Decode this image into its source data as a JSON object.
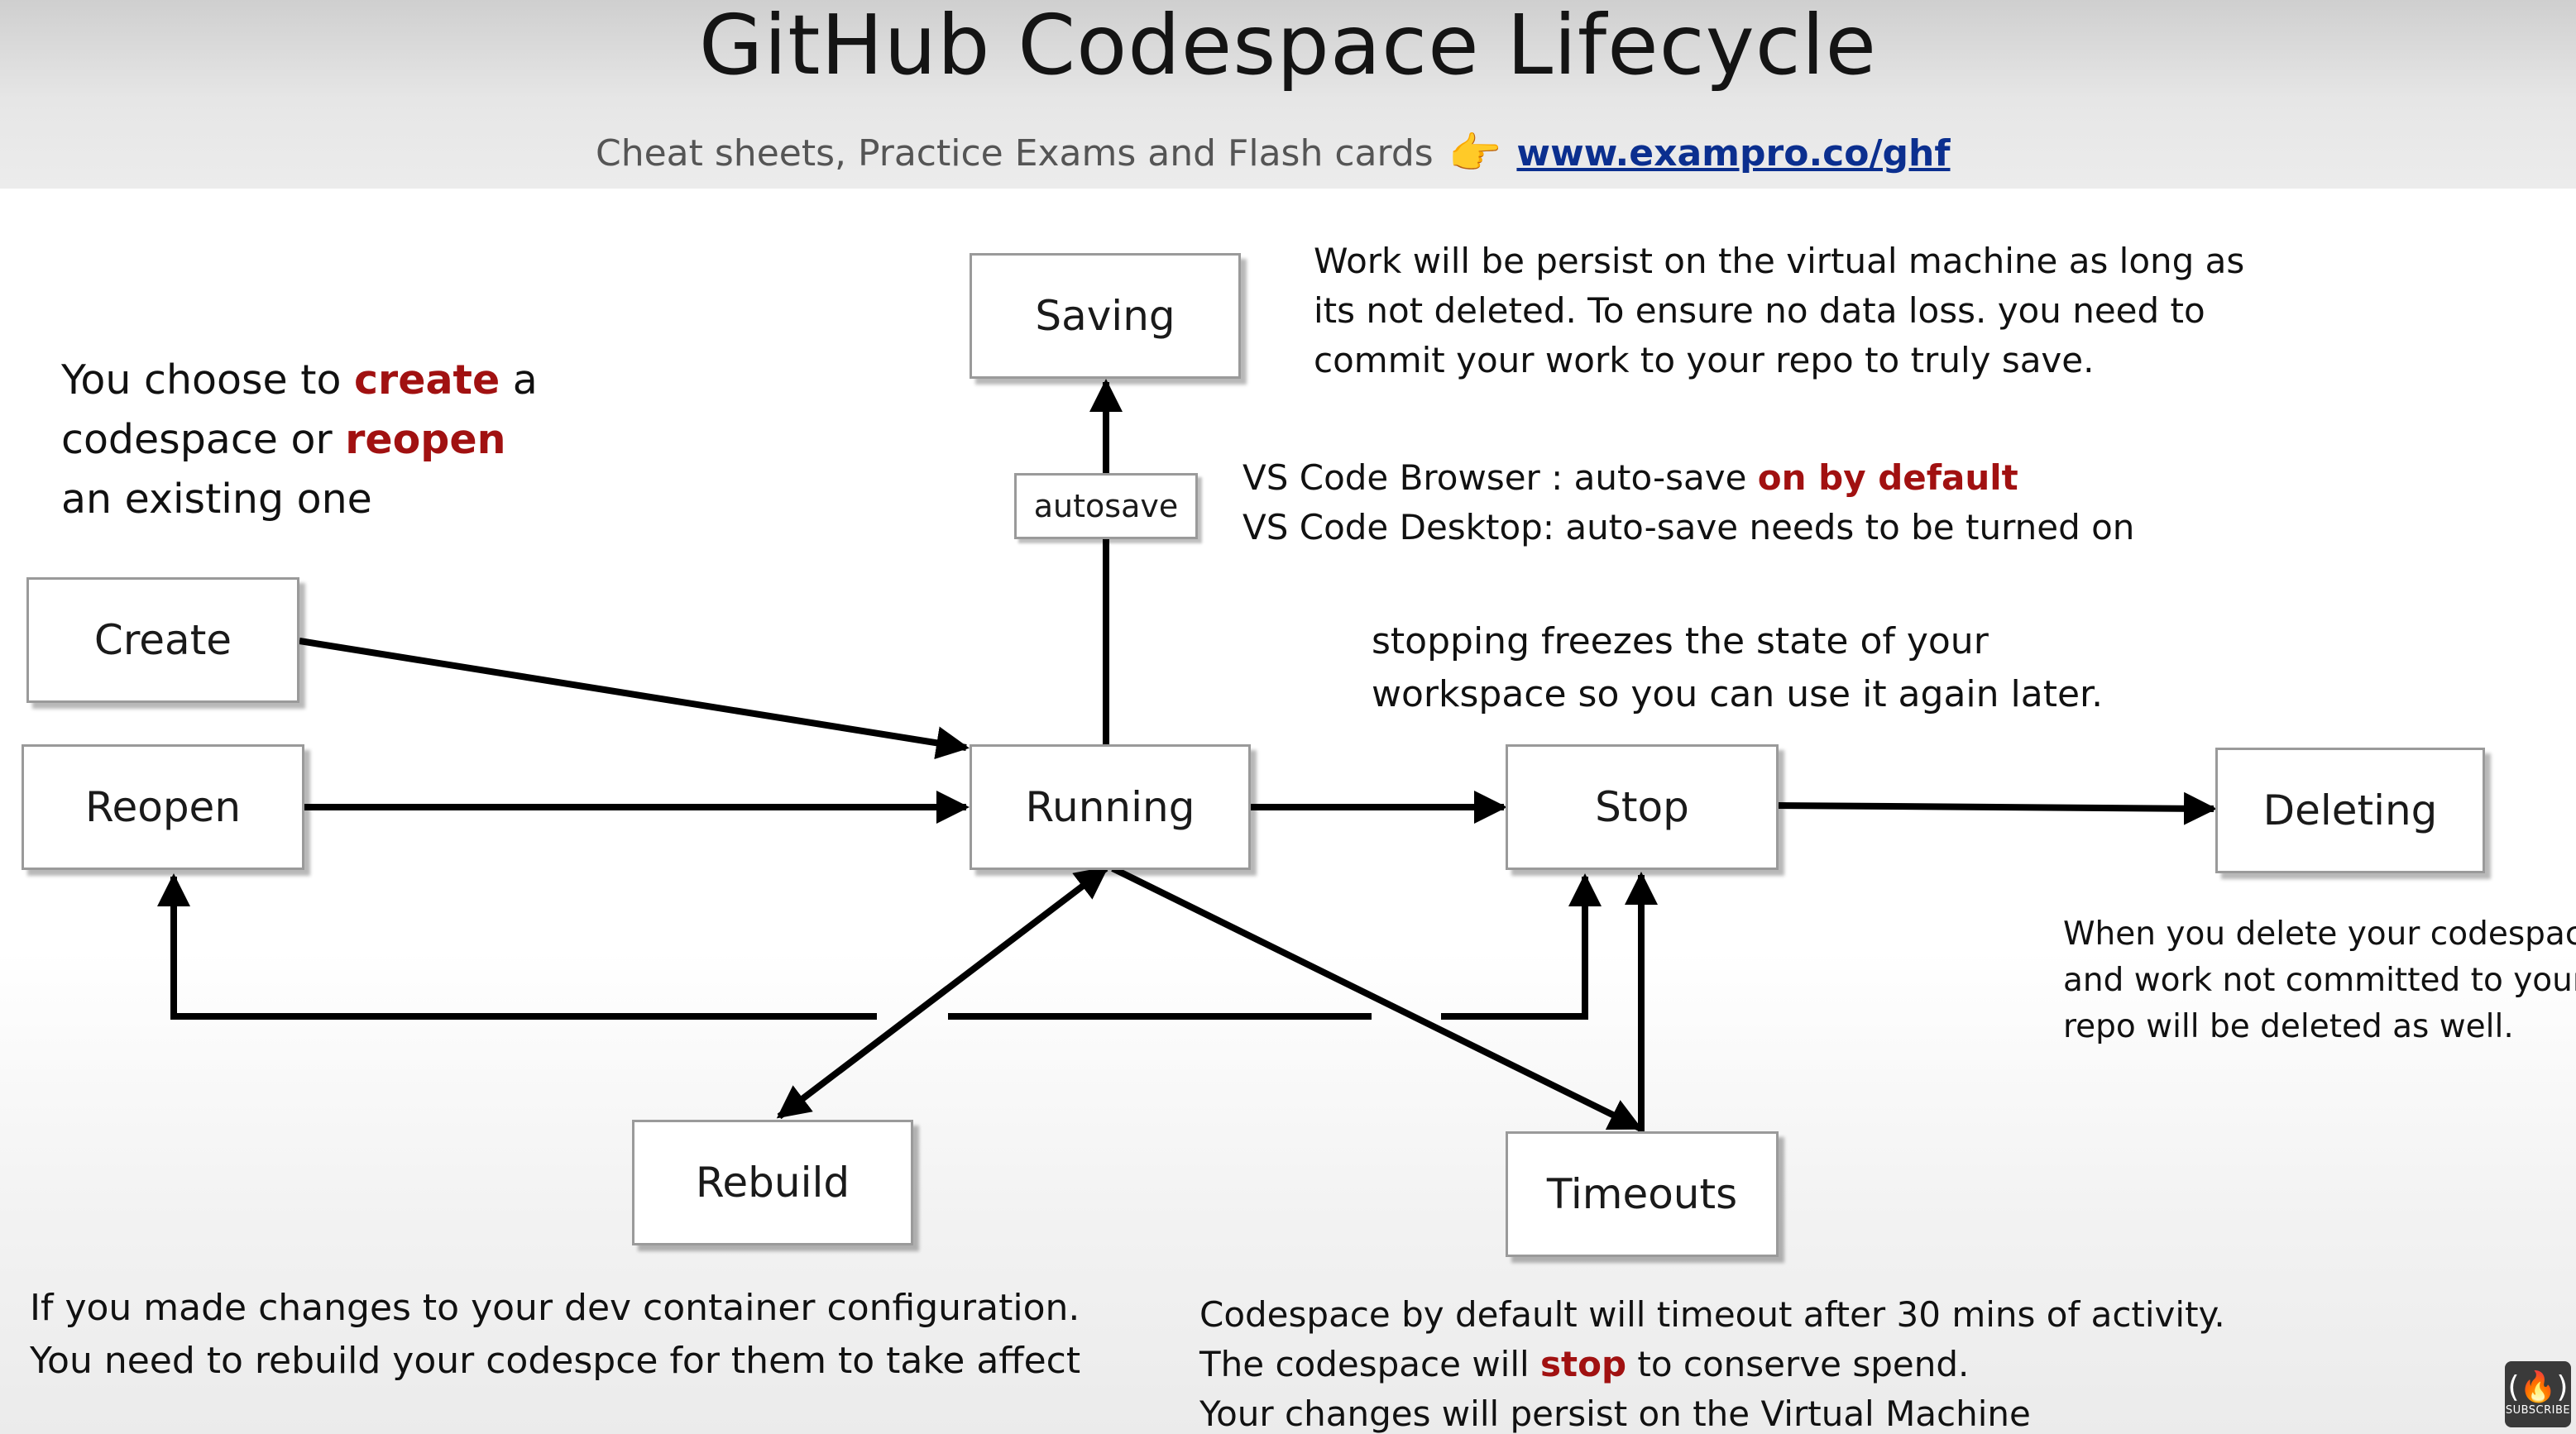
{
  "header": {
    "title": "GitHub Codespace Lifecycle",
    "subtitle": "Cheat sheets, Practice Exams and Flash cards",
    "subtitle_icon": "pointing-hand-icon",
    "link": "www.exampro.co/ghf"
  },
  "nodes": {
    "create": "Create",
    "reopen": "Reopen",
    "running": "Running",
    "saving": "Saving",
    "autosave": "autosave",
    "stop": "Stop",
    "deleting": "Deleting",
    "rebuild": "Rebuild",
    "timeouts": "Timeouts"
  },
  "notes": {
    "choose": {
      "part1": "You choose to ",
      "create_word": "create",
      "part2": " a",
      "line2_part1": "codespace or ",
      "reopen_word": "reopen",
      "line3": "an existing one"
    },
    "saving": {
      "line1": "Work will be persist on the virtual machine as long as",
      "line2": "its not deleted. To ensure no data loss. you need to",
      "line3": "commit your work to your repo to truly save."
    },
    "autosave": {
      "line1_part1": "VS Code Browser : auto-save ",
      "line1_red": "on by default",
      "line2": "VS Code Desktop: auto-save needs to be turned on"
    },
    "stopping": {
      "line1": "stopping freezes the state of your",
      "line2": "workspace so you can use it again later."
    },
    "deleting": {
      "line1": "When you delete your codespace",
      "line2": "and work not committed to your",
      "line3": "repo will be deleted as well."
    },
    "rebuild": {
      "line1": "If you made changes to your dev container configuration.",
      "line2": "You need to rebuild your codespce for them to take affect"
    },
    "timeouts": {
      "line1": "Codespace by default will timeout after 30 mins of activity.",
      "line2_part1": "The codespace will ",
      "line2_red": "stop",
      "line2_part2": " to conserve spend.",
      "line3": "Your changes will persist on the Virtual Machine"
    }
  },
  "badge": {
    "icon": "freecodecamp-icon",
    "label": "SUBSCRIBE"
  },
  "colors": {
    "accent_red": "#a11111",
    "link_blue": "#0b2f8f",
    "arrow": "#000000"
  }
}
